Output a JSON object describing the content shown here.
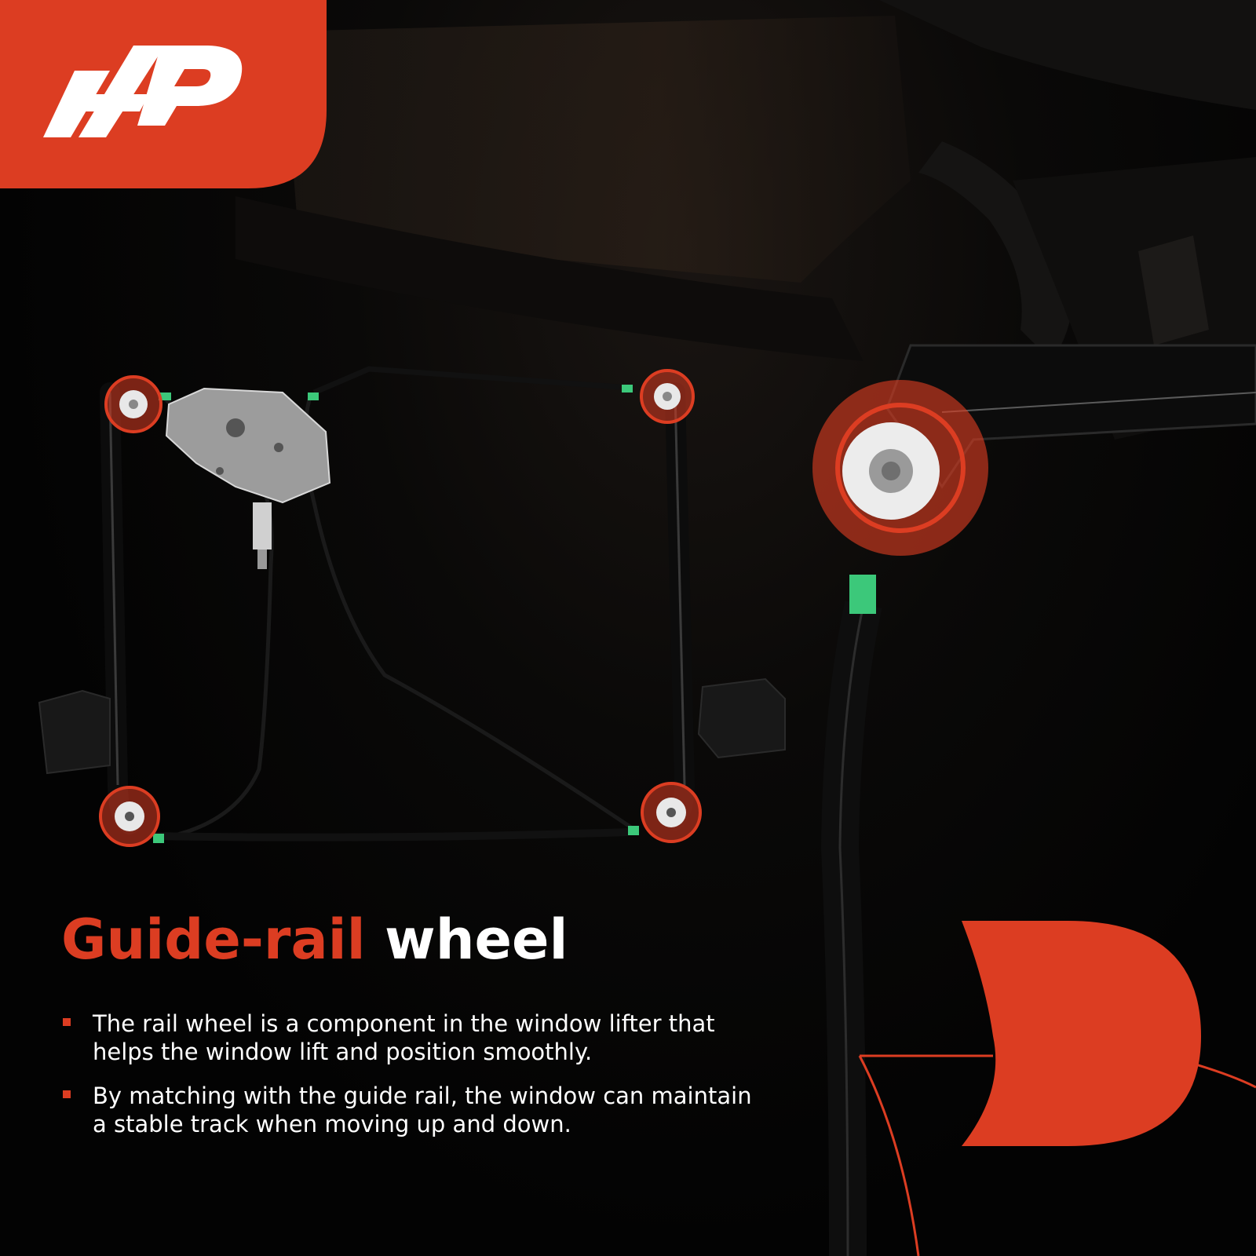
{
  "brand": {
    "logo_text": "A-P",
    "accent_color": "#dc3d22"
  },
  "headline": {
    "accent_word": "Guide-rail",
    "rest_word": " wheel"
  },
  "bullets": [
    {
      "text": "The rail wheel is a component in the window lifter that helps the window lift and position smoothly."
    },
    {
      "text": "By matching with the guide rail, the window can maintain a stable track when moving up and down."
    }
  ],
  "icons": {
    "bullet": "square-bullet-icon",
    "decoration": "d-shape-decoration-icon"
  }
}
